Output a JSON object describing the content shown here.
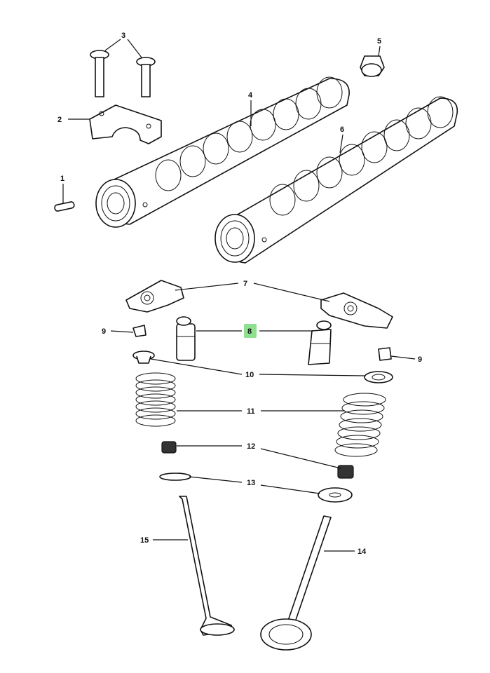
{
  "diagram": {
    "callouts": [
      {
        "id": "1",
        "label": "1"
      },
      {
        "id": "2",
        "label": "2"
      },
      {
        "id": "3",
        "label": "3"
      },
      {
        "id": "4",
        "label": "4"
      },
      {
        "id": "5",
        "label": "5"
      },
      {
        "id": "6",
        "label": "6"
      },
      {
        "id": "7",
        "label": "7"
      },
      {
        "id": "8",
        "label": "8",
        "highlighted": true
      },
      {
        "id": "9a",
        "label": "9"
      },
      {
        "id": "9b",
        "label": "9"
      },
      {
        "id": "10",
        "label": "10"
      },
      {
        "id": "11",
        "label": "11"
      },
      {
        "id": "12",
        "label": "12"
      },
      {
        "id": "13",
        "label": "13"
      },
      {
        "id": "14",
        "label": "14"
      },
      {
        "id": "15",
        "label": "15"
      }
    ],
    "colors": {
      "highlight": "#8ee08e",
      "line": "#111111",
      "background": "#ffffff"
    }
  }
}
